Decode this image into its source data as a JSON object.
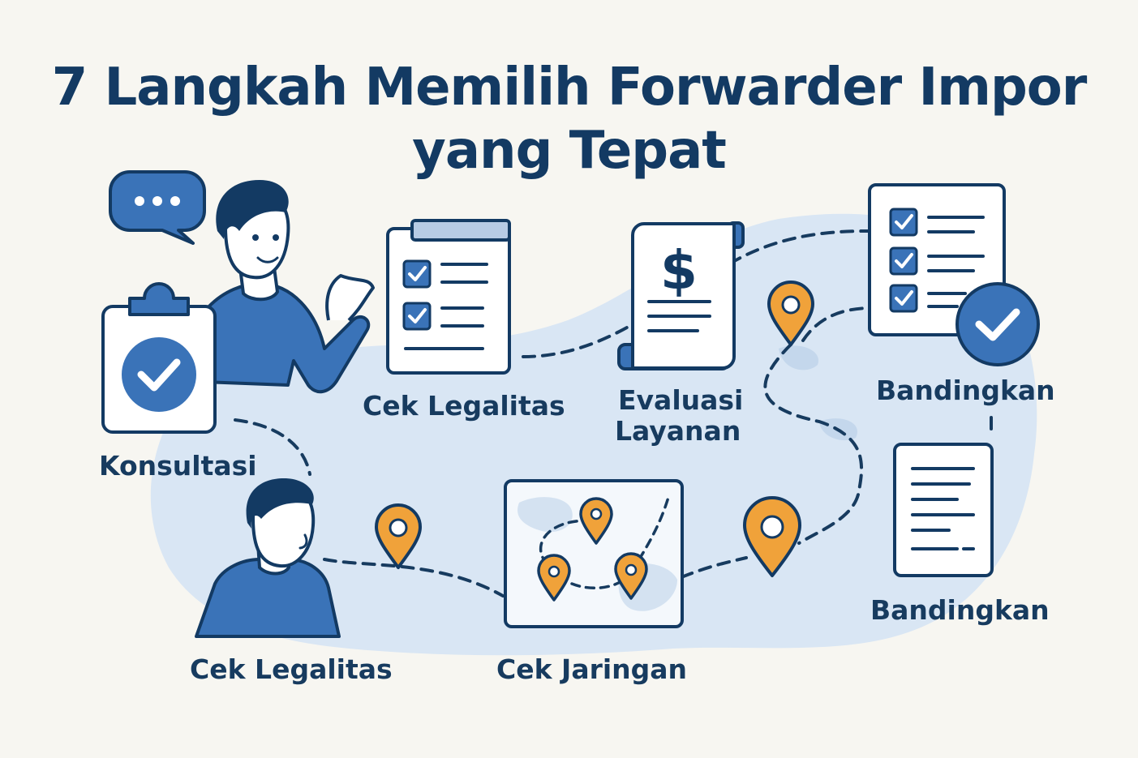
{
  "title": {
    "line1": "7 Langkah Memilih Forwarder Impor",
    "line2": "yang Tepat"
  },
  "steps": {
    "konsultasi": "Konsultasi",
    "cek_legalitas_top": "Cek Legalitas",
    "evaluasi_line1": "Evaluasi",
    "evaluasi_line2": "Layanan",
    "bandingkan_top": "Bandingkan",
    "cek_legalitas_bottom": "Cek Legalitas",
    "cek_jaringan": "Cek Jaringan",
    "bandingkan_bottom": "Bandingkan"
  },
  "icons": {
    "dollar_symbol": "$"
  },
  "colors": {
    "navy": "#133a63",
    "blue": "#3a73b8",
    "light_blue": "#d9e6f4",
    "orange": "#f0a23a",
    "background": "#f7f6f1"
  }
}
